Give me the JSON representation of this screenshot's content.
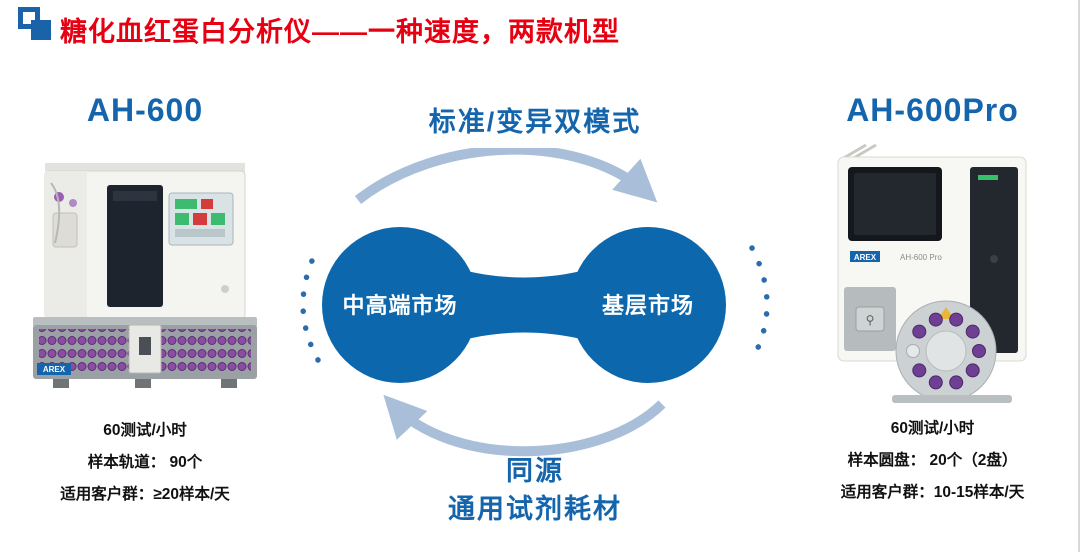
{
  "header": {
    "title": "糖化血红蛋白分析仪——一种速度，两款机型",
    "title_color": "#e60012",
    "bullet_icon": "double-square-bullet-icon",
    "bullet_color": "#1b63a8"
  },
  "products": {
    "left": {
      "name": "AH-600",
      "image": "ah600-analyzer-photo",
      "specs": [
        "60测试/小时",
        "样本轨道： 90个",
        "适用客户群：≥20样本/天"
      ]
    },
    "right": {
      "name": "AH-600Pro",
      "image": "ah600pro-analyzer-photo",
      "specs": [
        "60测试/小时",
        "样本圆盘： 20个（2盘）",
        "适用客户群：10-15样本/天"
      ]
    }
  },
  "diagram": {
    "top_label": "标准/变异双模式",
    "left_circle_label": "中高端市场",
    "right_circle_label": "基层市场",
    "bottom_label_line1": "同源",
    "bottom_label_line2": "通用试剂耗材",
    "circle_color": "#0c67ac",
    "arrow_color": "#a9bfd9",
    "dotted_arc_color": "#2a6cac",
    "heading_color": "#1565ad"
  }
}
